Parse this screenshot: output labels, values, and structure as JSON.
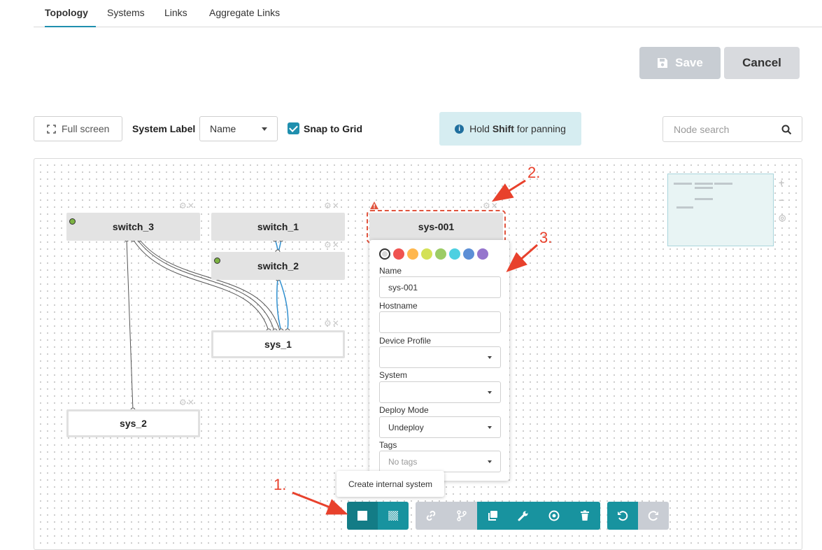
{
  "tabs": [
    {
      "label": "Topology"
    },
    {
      "label": "Systems"
    },
    {
      "label": "Links"
    },
    {
      "label": "Aggregate Links"
    }
  ],
  "actions": {
    "save_label": "Save",
    "cancel_label": "Cancel"
  },
  "toolbar": {
    "fullscreen_label": "Full screen",
    "system_label_title": "System Label",
    "system_label_value": "Name",
    "snap_label": "Snap to Grid",
    "hint_prefix": "Hold ",
    "hint_bold": "Shift",
    "hint_suffix": " for panning",
    "search_placeholder": "Node search"
  },
  "nodes": {
    "switch_3": "switch_3",
    "switch_1": "switch_1",
    "switch_2": "switch_2",
    "sys_1": "sys_1",
    "sys_2": "sys_2",
    "sys_001": "sys-001"
  },
  "popover": {
    "colors": [
      "#d9d9d9",
      "#ef5350",
      "#ffb74d",
      "#d4e157",
      "#9ccc65",
      "#4dd0e1",
      "#5c8fd6",
      "#9575cd"
    ],
    "name_label": "Name",
    "name_value": "sys-001",
    "hostname_label": "Hostname",
    "hostname_value": "",
    "device_profile_label": "Device Profile",
    "system_label": "System",
    "deploy_mode_label": "Deploy Mode",
    "deploy_mode_value": "Undeploy",
    "tags_label": "Tags",
    "tags_placeholder": "No tags"
  },
  "tooltip": "Create internal system",
  "annotations": [
    "1.",
    "2.",
    "3."
  ],
  "colors": {
    "accent": "#18939f",
    "selection": "#e0533d",
    "annotation": "#e8412c"
  }
}
